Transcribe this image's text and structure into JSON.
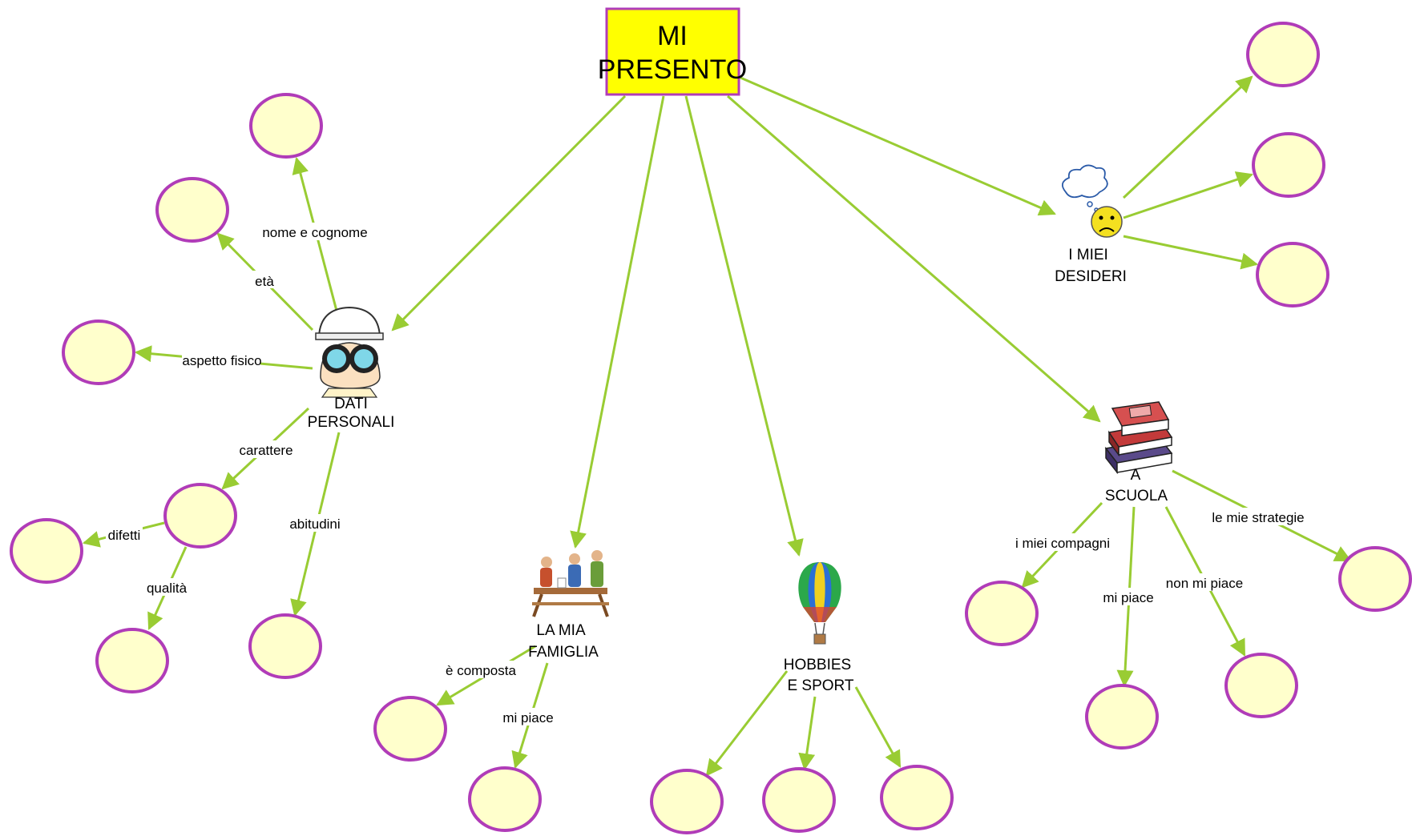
{
  "root": {
    "line1": "MI",
    "line2": "PRESENTO"
  },
  "topics": {
    "dati": {
      "line1": "DATI",
      "line2": "PERSONALI",
      "icon": "binoculars-explorer-icon"
    },
    "famiglia": {
      "line1": "LA MIA",
      "line2": "FAMIGLIA",
      "icon": "family-picnic-icon"
    },
    "hobbies": {
      "line1": "HOBBIES",
      "line2": "E SPORT",
      "icon": "hot-air-balloon-icon"
    },
    "scuola": {
      "line1": "A",
      "line2": "SCUOLA",
      "icon": "stack-of-books-icon"
    },
    "desideri": {
      "line1": "I MIEI",
      "line2": "DESIDERI",
      "icon": "thinking-sad-face-icon"
    }
  },
  "links": {
    "nome": "nome e cognome",
    "eta": "età",
    "aspetto": "aspetto  fisico",
    "carattere": "carattere",
    "abitudini": "abitudini",
    "difetti": "difetti",
    "qualita": "qualità",
    "composta": "è composta",
    "famiglia_piace": "mi piace",
    "compagni": "i miei compagni",
    "scuola_piace": "mi piace",
    "non_piace": "non mi piace",
    "strategie": "le mie strategie"
  },
  "colors": {
    "connector": "#99cc33",
    "bubble_fill": "#ffffcc",
    "bubble_stroke": "#b03cb8",
    "root_fill": "#ffff00",
    "root_stroke": "#b03cb8"
  }
}
